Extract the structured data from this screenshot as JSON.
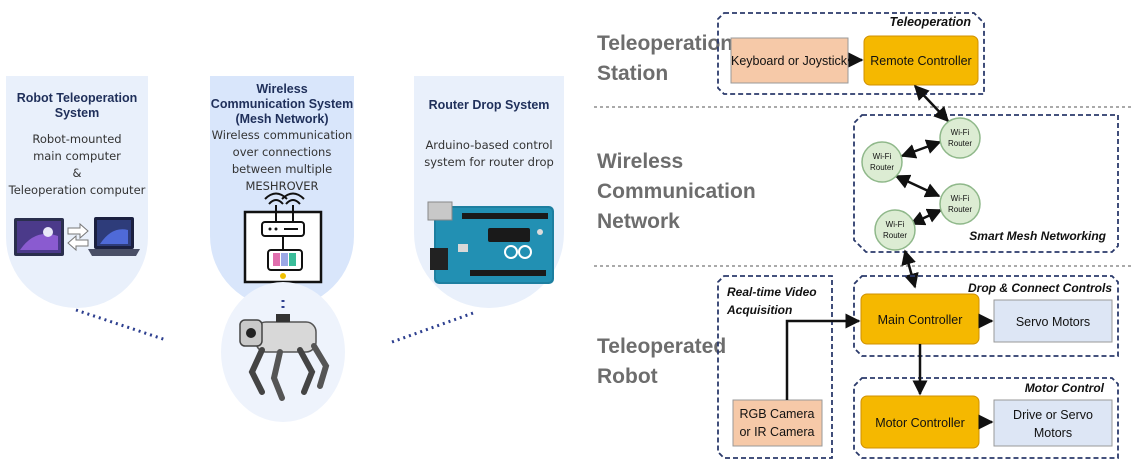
{
  "left_panel": {
    "cards": [
      {
        "title_lines": [
          "Robot Teleoperation",
          "System"
        ],
        "text_lines": [
          "Robot-mounted",
          "main computer",
          "&",
          "Teleoperation computer"
        ]
      },
      {
        "title_lines": [
          "Wireless",
          "Communication System",
          "(Mesh Network)"
        ],
        "text_lines": [
          "Wireless communication",
          "over connections",
          "between multiple",
          "MESHROVER"
        ]
      },
      {
        "title_lines": [
          "Router Drop System"
        ],
        "text_lines": [
          "Arduino-based control",
          "system for router drop"
        ]
      }
    ],
    "colors": {
      "card_bg": "#e9f0fb",
      "card_bg_center": "#d9e6fb",
      "title": "#1f2f5a",
      "dotted": "#2d3f8f"
    }
  },
  "right_panel": {
    "sections": [
      {
        "label_lines": [
          "Teleoperation",
          "Station"
        ]
      },
      {
        "label_lines": [
          "Wireless",
          "Communication",
          "Network"
        ]
      },
      {
        "label_lines": [
          "Teleoperated",
          "Robot"
        ]
      }
    ],
    "group_labels": {
      "teleoperation": "Teleoperation",
      "mesh": "Smart Mesh Networking",
      "video": [
        "Real-time Video",
        "Acquisition"
      ],
      "drop": "Drop & Connect Controls",
      "motor": "Motor Control"
    },
    "boxes": {
      "keyboard": "Keyboard or Joystick",
      "remote": "Remote Controller",
      "main": "Main Controller",
      "servo": "Servo Motors",
      "motor_ctrl": "Motor Controller",
      "drive": [
        "Drive or Servo",
        "Motors"
      ],
      "camera": [
        "RGB Camera",
        "or IR Camera"
      ]
    },
    "router_label": [
      "Wi-Fi",
      "Router"
    ],
    "colors": {
      "orange_box": "#f5b800",
      "peach_box": "#f6c9a8",
      "blue_box": "#dde6f5",
      "router_fill": "#dcecd3",
      "router_stroke": "#8fb88a",
      "dashed": "#2b3a6b",
      "section_label": "#6d6d6d"
    }
  }
}
